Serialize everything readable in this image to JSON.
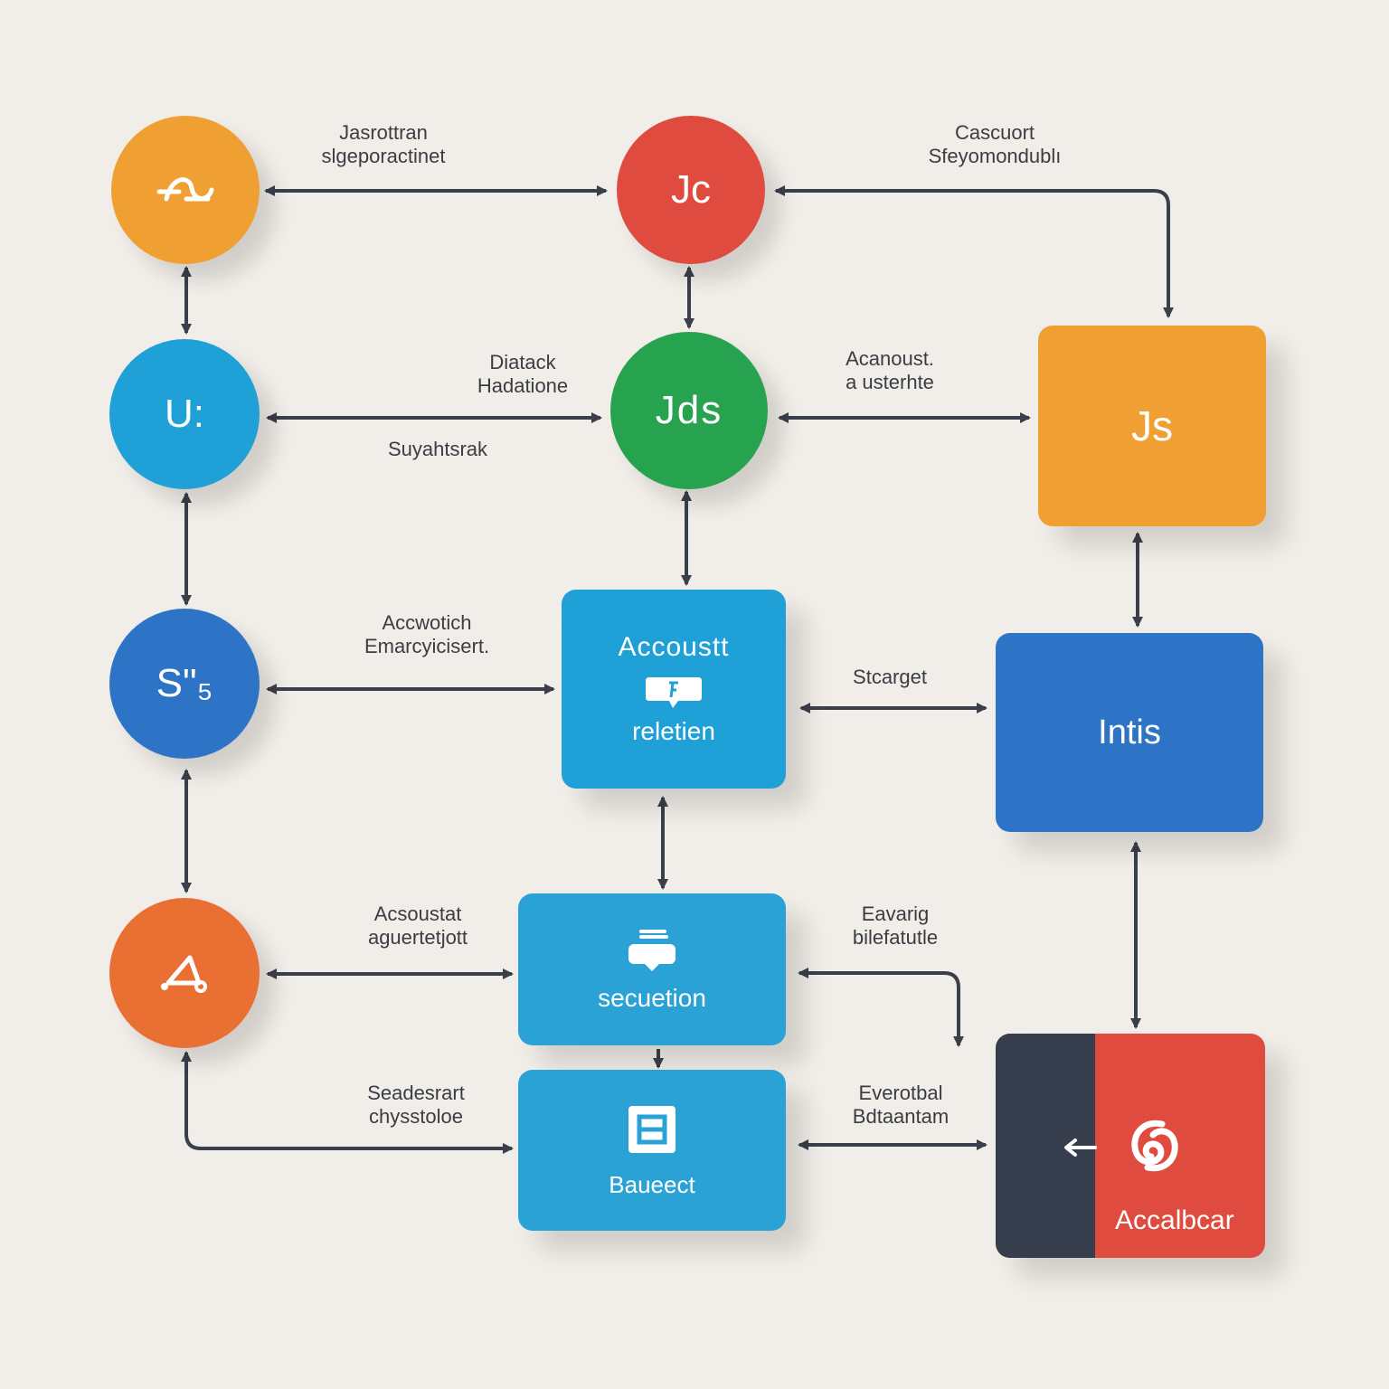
{
  "colors": {
    "background": "#f1ede8",
    "arrow": "#3b3f4a",
    "orange": "#f0a032",
    "red": "#e04b3f",
    "green": "#27a24f",
    "cyan": "#1fa0d7",
    "blue": "#2d74c6",
    "deep_orange": "#ea6f33",
    "navy": "#363e4e"
  },
  "nodes": {
    "circle_top_left": {
      "glyph": "ꟶs",
      "icon": "squiggle-icon"
    },
    "circle_jc": {
      "text": "Jc"
    },
    "circle_u": {
      "text": "U:"
    },
    "circle_jds": {
      "text": "Jds"
    },
    "circle_s": {
      "text": "S\"₅"
    },
    "circle_bottom_left": {
      "icon": "triangle-link-icon"
    },
    "box_js": {
      "text": "Js"
    },
    "box_account": {
      "title": "Accoustt",
      "icon": "chat-bubble-icon",
      "subtitle": "reletien"
    },
    "box_intis": {
      "text": "Intis"
    },
    "box_secuetion": {
      "icon": "stacked-tray-icon",
      "subtitle": "secuetion"
    },
    "box_baueect": {
      "icon": "document-icon",
      "subtitle": "Baueect"
    },
    "box_accalbcar": {
      "icon": "link-swirl-icon",
      "subtitle": "Accalbcar"
    }
  },
  "labels": {
    "top_left": [
      "Jasrottran",
      "slgeporactinet"
    ],
    "top_right": [
      "Cascuort",
      "Sfeyomondublı"
    ],
    "mid_a": [
      "Diatack",
      "Hadatione"
    ],
    "mid_a_below": [
      "Suyahtsrak"
    ],
    "mid_b": [
      "Acanoust.",
      "a usterhte"
    ],
    "row3": [
      "Accwotich",
      "Emarcyicisert."
    ],
    "row3_right": [
      "Stcarget"
    ],
    "row4": [
      "Acsoustat",
      "aguertetjott"
    ],
    "row4_right": [
      "Eavarig",
      "bilefatutle"
    ],
    "row5": [
      "Seadesrart",
      "chysstoloe"
    ],
    "row5_right": [
      "Everotbal",
      "Bdtaantam"
    ]
  }
}
